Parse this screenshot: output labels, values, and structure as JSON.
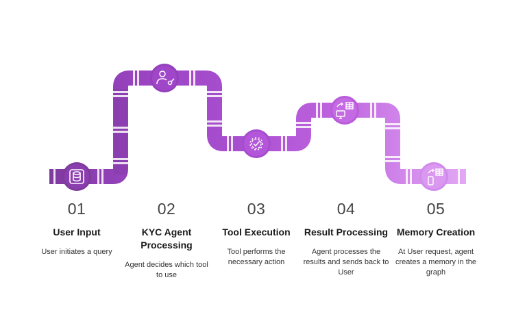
{
  "steps": [
    {
      "number": "01",
      "title": "User Input",
      "description": "User initiates a query",
      "icon": "database-icon",
      "color": "#8B3FAF"
    },
    {
      "number": "02",
      "title": "KYC Agent Processing",
      "description": "Agent decides which tool to use",
      "icon": "user-key-icon",
      "color": "#A047C9"
    },
    {
      "number": "03",
      "title": "Tool Execution",
      "description": "Tool performs the necessary action",
      "icon": "gear-check-icon",
      "color": "#B356D9"
    },
    {
      "number": "04",
      "title": "Result Processing",
      "description": "Agent processes the results and sends back to User",
      "icon": "monitor-sync-icon",
      "color": "#C46BE3"
    },
    {
      "number": "05",
      "title": "Memory Creation",
      "description": "At User request, agent creates a memory in the graph",
      "icon": "phone-sync-icon",
      "color": "#DB98F0"
    }
  ],
  "colors": {
    "pipe_dark": "#7E3A9E",
    "pipe_main": "#A24ACA",
    "pipe_light": "#E0A3F4"
  }
}
